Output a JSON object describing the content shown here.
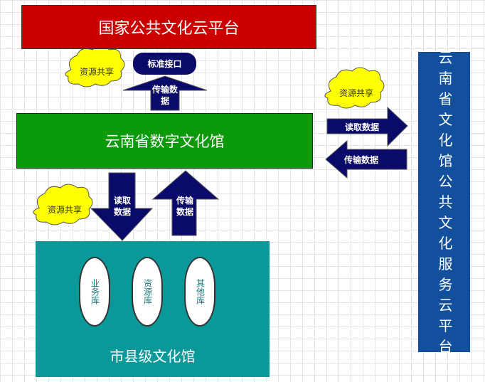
{
  "national_platform": "国家公共文化云平台",
  "standard_interface": "标准接口",
  "provincial_library": "云南省数字文化馆",
  "county_library": "市县级文化馆",
  "databases": [
    {
      "label": "业务库"
    },
    {
      "label": "资源库"
    },
    {
      "label": "其他库"
    }
  ],
  "service_platform": "云南省文化馆公共文化服务云平台",
  "arrows": {
    "up_top": "传输数据",
    "read_down": "读取数据",
    "up_bottom": "传输数据",
    "right": "读取数据",
    "left": "传输数据"
  },
  "clouds": {
    "top_left": "资源共享",
    "top_right": "资源共享",
    "bottom_left": "资源共享"
  },
  "colors": {
    "national": "#cc0000",
    "provincial": "#0a9a0a",
    "county": "#0a9898",
    "service": "#124f9c",
    "arrow": "#0a0a6a",
    "cloud": "#ffff00"
  }
}
